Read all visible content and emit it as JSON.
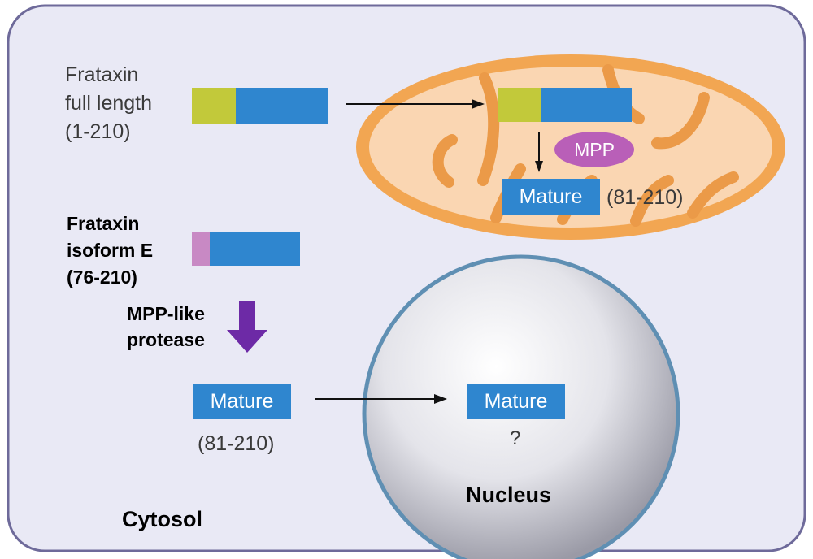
{
  "colors": {
    "cell_fill": "#e9e9f5",
    "cell_border": "#6e6a9a",
    "mito_outer": "#f2a652",
    "mito_inner": "#fad6b2",
    "mito_cristae": "#eb9a48",
    "protein_blue": "#2f86cf",
    "presequence_yellow": "#c2c93a",
    "isoformE_pink": "#c889c4",
    "mpp_purple": "#b95fb8",
    "protease_arrow": "#6d2aa6",
    "nucleus_border": "#5f8fb3"
  },
  "labels": {
    "full_length_line1": "Frataxin",
    "full_length_line2": "full length",
    "full_length_line3": "(1-210)",
    "isoform_line1": "Frataxin",
    "isoform_line2": "isoform E",
    "isoform_line3": "(76-210)",
    "protease_line1": "MPP-like",
    "protease_line2": "protease",
    "mpp": "MPP",
    "mature_mito": "Mature",
    "mature_mito_range": "(81-210)",
    "mature_cytosol": "Mature",
    "mature_cytosol_range": "(81-210)",
    "mature_nucleus": "Mature",
    "nucleus_question": "?",
    "nucleus": "Nucleus",
    "cytosol": "Cytosol"
  }
}
